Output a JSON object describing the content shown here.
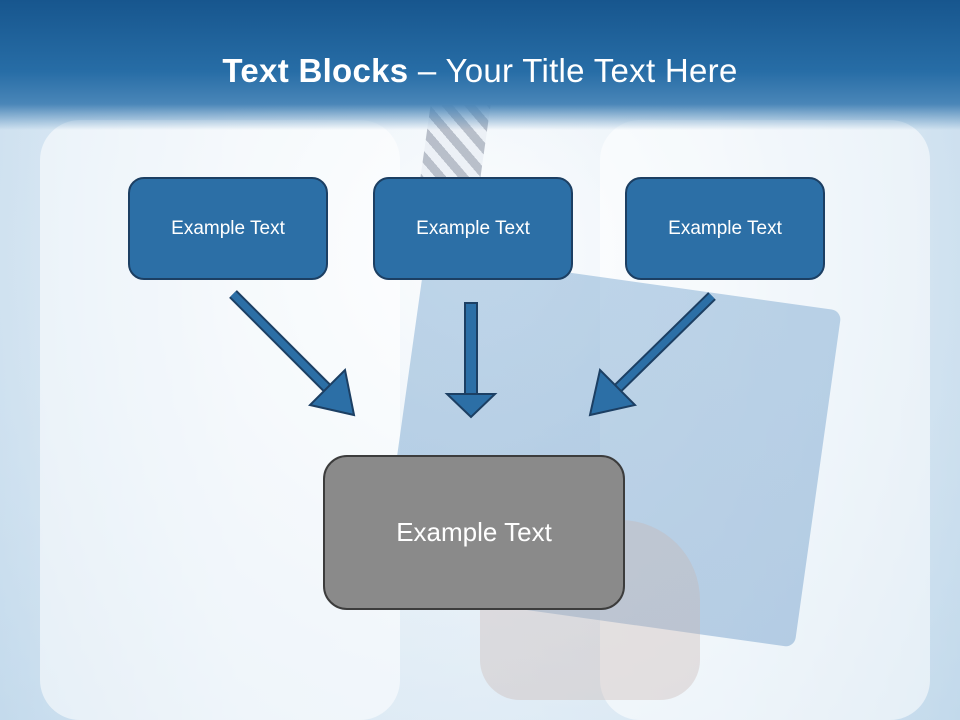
{
  "title": {
    "bold_part": "Text Blocks",
    "separator": " – ",
    "regular_part": "Your Title Text Here"
  },
  "top_boxes": [
    {
      "label": "Example Text"
    },
    {
      "label": "Example Text"
    },
    {
      "label": "Example Text"
    }
  ],
  "bottom_box": {
    "label": "Example Text"
  },
  "colors": {
    "header": "#276da6",
    "box_fill": "#2c6fa6",
    "box_border": "#1c3f63",
    "target_fill": "#8a8a8a",
    "arrow": "#2c6fa6"
  }
}
